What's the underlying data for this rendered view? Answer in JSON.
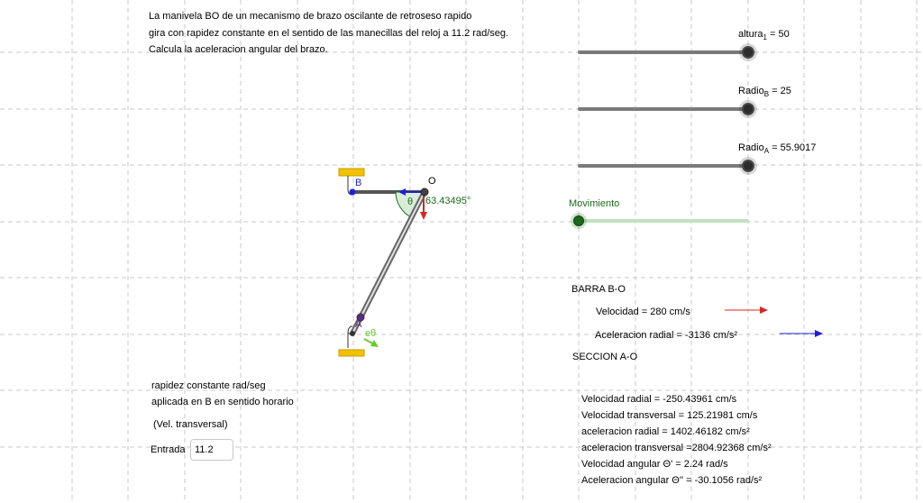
{
  "problem": {
    "line1": "La manivela BO de un mecanismo de brazo oscilante de retroseso rapido",
    "line2": "gira con rapidez constante en el sentido de las manecillas del reloj a 11.2 rad/seg.",
    "line3": "Calcula la aceleracion angular del brazo."
  },
  "sliders": {
    "altura": {
      "label": "altura",
      "sub": "1",
      "value": "= 50"
    },
    "radioB": {
      "label": "Radio",
      "sub": "B",
      "value": "= 25"
    },
    "radioA": {
      "label": "Radio",
      "sub": "A",
      "value": "= 55.9017"
    },
    "movimiento": {
      "label": "Movimiento"
    }
  },
  "diagram": {
    "label_B": "B",
    "label_O": "O",
    "label_A": "A",
    "label_theta": "θ",
    "angle_value": "63.43495°",
    "label_e_theta": "eθ"
  },
  "barra_bo": {
    "title": "BARRA B-O",
    "velocidad": "Velocidad  = 280 cm/s",
    "aceleracion": "Aceleracion radial =  -3136 cm/s²"
  },
  "seccion_ao": {
    "title": "SECCION A-O",
    "lines": [
      "Velocidad radial = -250.43961 cm/s",
      "Velocidad transversal = 125.21981 cm/s",
      "aceleracion radial = 1402.46182 cm/s²",
      "aceleracion transversal =2804.92368 cm/s²",
      "Velocidad angular Θ' = 2.24 rad/s",
      "Aceleracion angular Θ'' = -30.1056 rad/s²"
    ]
  },
  "input_section": {
    "line1": "rapidez constante rad/seg",
    "line2": "aplicada en B en sentido horario",
    "line3": "(Vel. transversal)",
    "entrada_label": "Entrada",
    "entrada_value": "11.2"
  },
  "colors": {
    "velocity_arrow": "#d62728",
    "accel_arrow": "#1f1fd6",
    "green": "#1b6b1b",
    "support": "#f2c200"
  }
}
